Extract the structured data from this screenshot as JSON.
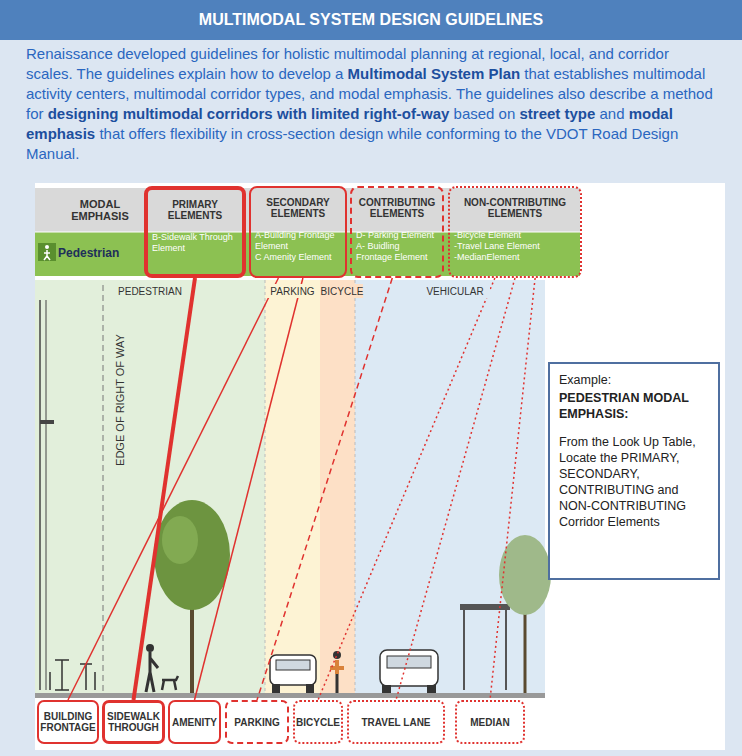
{
  "diagram": {
    "title": "MULTIMODAL SYSTEM DESIGN GUIDELINES",
    "nodes": [
      {
        "text": [
          "PRIMARY ELEMENTS",
          "B-Sidewalk Through Element"
        ]
      },
      {
        "text": [
          "SECONDARY ELEMENTS",
          "A-Building Frontage Element",
          "C Amenity Element"
        ]
      },
      {
        "text": [
          "CONTRIBUTING ELEMENTS",
          "D- Parking Element",
          "A- Buidling Frontage Element"
        ]
      },
      {
        "text": [
          "NON-CONTRIBUTING ELEMENTS",
          "-Bicycle Element",
          "-Travel Lane Element",
          "-MedianElement"
        ]
      },
      {
        "text": [
          "BUILDING FRONTAGE"
        ]
      },
      {
        "text": [
          "SIDEWALK THROUGH"
        ]
      },
      {
        "text": [
          "AMENITY"
        ]
      },
      {
        "text": [
          "PARKING"
        ]
      },
      {
        "text": [
          "BICYCLE"
        ]
      },
      {
        "text": [
          "TRAVEL LANE"
        ]
      },
      {
        "text": [
          "MEDIAN"
        ]
      },
      {
        "text": [
          "Example:",
          "PEDESTRIAN MODAL EMPHASIS:",
          "From the Look Up Table, Locate the PRIMARY, SECONDARY, CONTRIBUTING and NON-CONTRIBUTING Corridor Elements"
        ]
      }
    ],
    "edges": [
      {
        "from": 0,
        "to": 5,
        "arrow": "none"
      },
      {
        "from": 1,
        "to": 4,
        "arrow": "none"
      },
      {
        "from": 1,
        "to": 6,
        "arrow": "none"
      },
      {
        "from": 2,
        "to": 7,
        "arrow": "none"
      },
      {
        "from": 3,
        "to": 8,
        "arrow": "none"
      },
      {
        "from": 3,
        "to": 9,
        "arrow": "none"
      },
      {
        "from": 3,
        "to": 10,
        "arrow": "none"
      }
    ],
    "labels": [
      "Renaissance developed guidelines for holistic multimodal planning at regional, local, and corridor scales.  The guidelines  explain how to develop a",
      "Multimodal System Plan",
      "that establishes multimodal activity centers, multimodal corridor types, and modal emphasis. The guidelines also describe a method for",
      "designing multimodal corridors with limited right-of-way",
      "based on",
      "street type",
      "and",
      "modal emphasis",
      "that offers flexibility in cross-section design while conforming to the VDOT Road Design Manual.",
      "MODAL EMPHASIS",
      "Pedestrian",
      "PEDESTRIAN",
      "PARKING",
      "BICYCLE",
      "VEHICULAR",
      "EDGE OF RIGHT OF WAY"
    ]
  }
}
